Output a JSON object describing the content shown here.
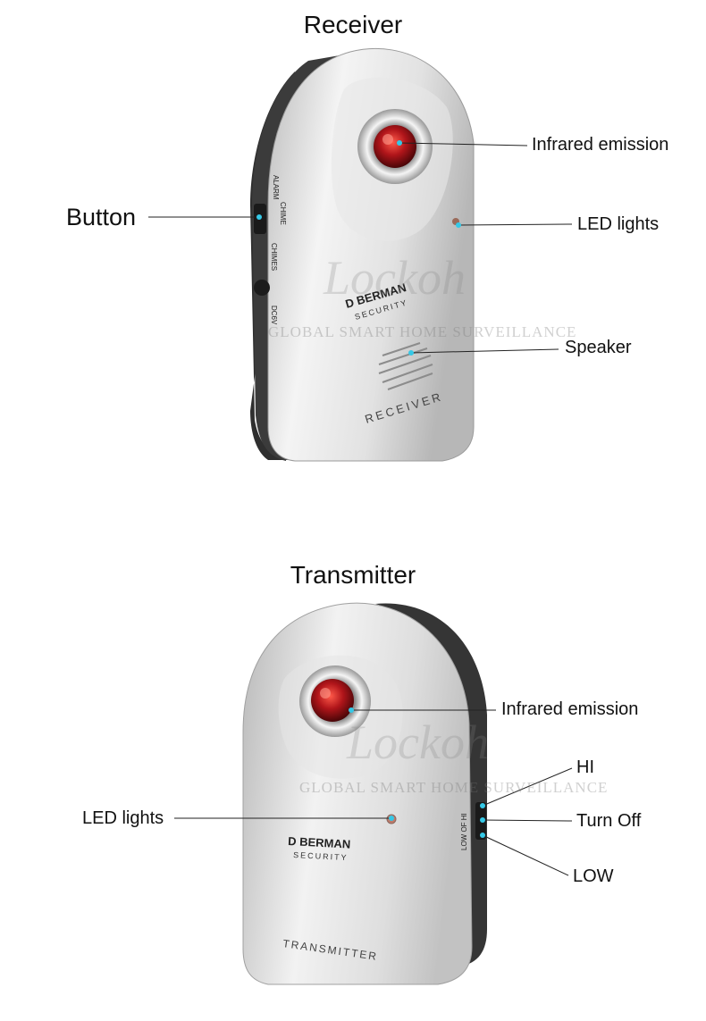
{
  "receiver": {
    "title": "Receiver",
    "labels": {
      "infrared": "Infrared emission",
      "led": "LED lights",
      "button": "Button",
      "speaker": "Speaker"
    },
    "device": {
      "brand": "D BERMAN",
      "brand_sub": "SECURITY",
      "name": "RECEIVER",
      "switch_alarm": "ALARM",
      "switch_chime": "CHIME",
      "switch_chimes": "CHIMES",
      "power": "DC6V"
    }
  },
  "transmitter": {
    "title": "Transmitter",
    "labels": {
      "infrared": "Infrared emission",
      "led": "LED lights",
      "hi": "HI",
      "off": "Turn Off",
      "low": "LOW"
    },
    "device": {
      "brand": "D BERMAN",
      "brand_sub": "SECURITY",
      "name": "TRANSMITTER",
      "switch_text": "LOW OF HI"
    }
  },
  "watermark": {
    "logo": "Lockoh",
    "text": "GLOBAL SMART HOME SURVEILLANCE"
  },
  "colors": {
    "body": "#d9d9d9",
    "shadow": "#3a3a3a",
    "lens": "#b0151a",
    "pointer": "#35c8e6"
  }
}
